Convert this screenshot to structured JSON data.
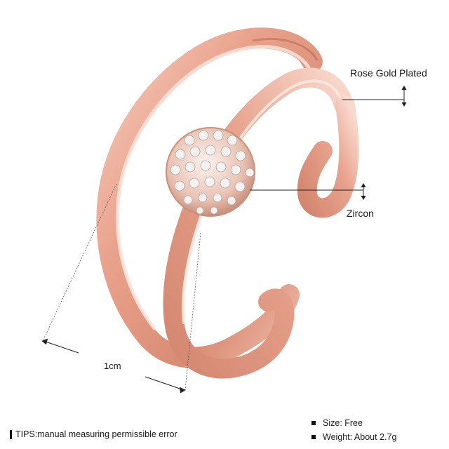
{
  "callouts": {
    "material": "Rose Gold Plated",
    "stone": "Zircon"
  },
  "dimension": {
    "label": "1cm"
  },
  "footer": {
    "tips": "TIPS:manual measuring permissible error",
    "size": "Size: Free",
    "weight": "Weight: About 2.7g"
  },
  "colors": {
    "rose_gold": "#e8a38c",
    "rose_gold_dark": "#b86a55",
    "rose_gold_light": "#f8d5c8",
    "zircon": "#f1eeee"
  }
}
